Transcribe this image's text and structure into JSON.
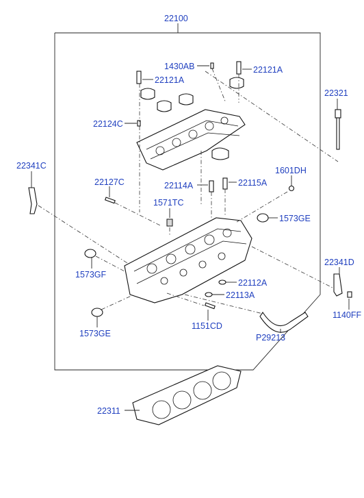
{
  "labels": {
    "assembly": "22100",
    "bolt_top": "1430AB",
    "cap_bolt_right": "22121A",
    "cap_bolt_left": "22121A",
    "bolt_right": "22321",
    "dowel_left": "22124C",
    "bracket_left": "22341C",
    "stud": "22127C",
    "guide_a": "22114A",
    "guide_b": "22115A",
    "plug_right": "1601DH",
    "plug_top": "1571TC",
    "seal_right": "1573GE",
    "seal_left_upper": "1573GF",
    "bracket_right": "22341D",
    "seal_valve_a": "22112A",
    "seal_valve_b": "22113A",
    "bolt_bracket": "1140FF",
    "stud_lower": "1151CD",
    "seal_left_lower": "1573GE",
    "pipe": "P29213",
    "gasket": "22311"
  }
}
